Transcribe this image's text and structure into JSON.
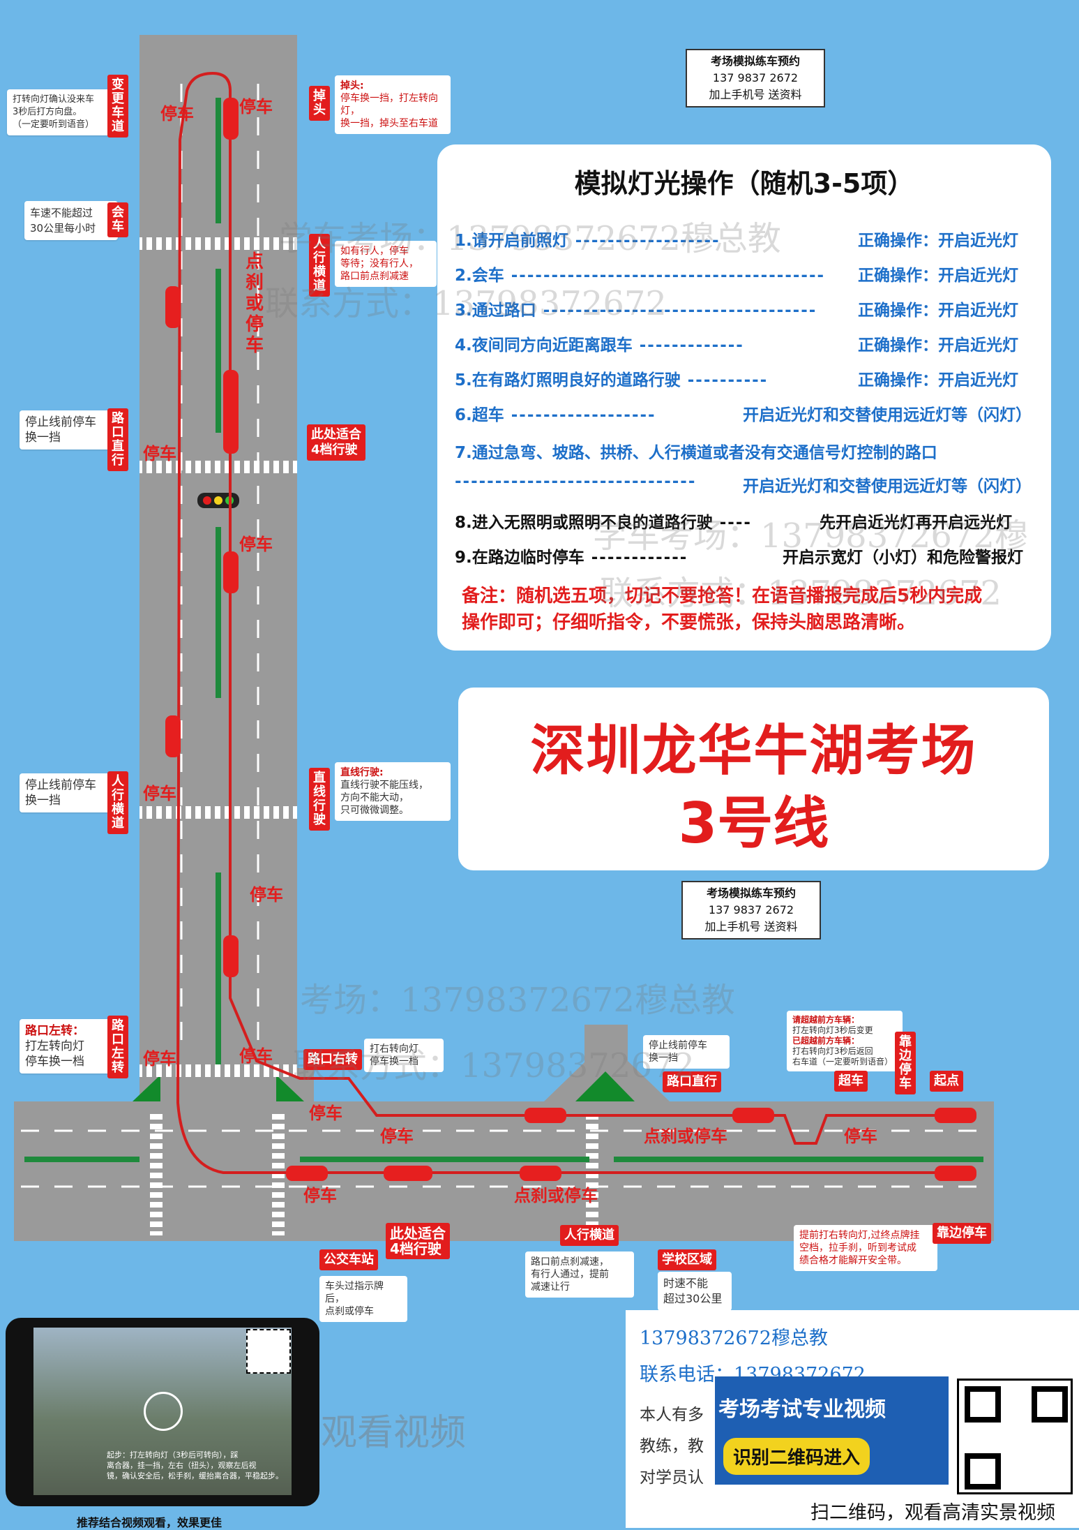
{
  "colors": {
    "background": "#6db7e8",
    "road": "#9a9a9a",
    "accent_red": "#e21d1d",
    "green_divider": "#1e8a3c",
    "blue_text": "#1d6fc9"
  },
  "left_notes": {
    "change_lane_note": "打转向灯确认没来车\n3秒后打方向盘。\n（一定要听到语音）",
    "speed_note": "车速不能超过\n30公里每小时",
    "stopline_note_1": "停止线前停车\n换一挡",
    "stopline_note_2": "停止线前停车\n换一挡",
    "left_turn_note_title": "路口左转：",
    "left_turn_note": "打左转向灯\n停车换一档"
  },
  "vertical_tags": {
    "change_lane": "变更车道",
    "meet": "会车",
    "straight": "路口直行",
    "ped": "人行横道",
    "uturn": "掉头",
    "ped2": "人行横道",
    "straight2": "直线行驶",
    "left_turn": "路口左转",
    "side_stop": "靠边停车"
  },
  "right_notes": {
    "uturn_title": "掉头:",
    "uturn_text": "停车换一挡，打左转向灯，\n换一挡，掉头至右车道",
    "ped_text": "如有行人，停车\n等待；没有行人，\n路口前点刹减速",
    "gear4_1": "此处适合\n4档行驶",
    "gear4_2": "此处适合\n4档行驶",
    "straight_title": "直线行驶:",
    "straight_text": "直线行驶不能压线，\n方向不能大动，\n只可微微调整。"
  },
  "road_labels": {
    "stop": "停车",
    "brake_or_stop_v": "点刹或停车",
    "brake_or_stop": "点刹或停车"
  },
  "intersection_tags": {
    "right_turn": "路口右转",
    "right_turn_note": "打右转向灯\n停车换一档",
    "straight": "路口直行",
    "stopline_note": "停止线前停车\n换一挡",
    "overtake": "超车",
    "start": "起点",
    "bus_stop": "公交车站",
    "bus_stop_note": "车头过指示牌后，\n点刹或停车",
    "ped": "人行横道",
    "ped_note": "路口前点刹减速，\n有行人通过，提前\n减速让行",
    "school": "学校区域",
    "school_note": "时速不能\n超过30公里",
    "overtake_note_t1": "请超越前方车辆：",
    "overtake_note_1": "打左转向灯3秒后变更",
    "overtake_note_t2": "已超越前方车辆：",
    "overtake_note_2": "打右转向灯3秒后返回\n右车道（一定要听到语音）",
    "side_stop_note": "提前打右转向灯,过终点牌挂\n空档，拉手刹，听到考试成\n绩合格才能解开安全带。"
  },
  "promo": {
    "l1": "考场模拟练车预约",
    "l2": "137 9837 2672",
    "l3": "加上手机号   送资料"
  },
  "panel": {
    "title": "模拟灯光操作（随机3-5项）",
    "items": [
      {
        "t": "1.请开启前照灯",
        "a": "正确操作：开启近光灯"
      },
      {
        "t": "2.会车",
        "a": "正确操作：开启近光灯"
      },
      {
        "t": "3.通过路口",
        "a": "正确操作：开启近光灯"
      },
      {
        "t": "4.夜间同方向近距离跟车",
        "a": "正确操作：开启近光灯"
      },
      {
        "t": "5.在有路灯照明良好的道路行驶",
        "a": "正确操作：开启近光灯"
      },
      {
        "t": "6.超车",
        "a": "开启近光灯和交替使用远近灯等（闪灯）"
      },
      {
        "t": "7.通过急弯、坡路、拱桥、人行横道或者没有交通信号灯控制的路口",
        "a": "开启近光灯和交替使用远近灯等（闪灯）"
      },
      {
        "t": "8.进入无照明或照明不良的道路行驶",
        "a": "先开启近光灯再开启远光灯"
      },
      {
        "t": "9.在路边临时停车",
        "a": "开启示宽灯（小灯）和危险警报灯"
      }
    ],
    "remark": "备注：随机选五项，切记不要抢答！在语音播报完成后5秒内完成\n     操作即可；仔细听指令，不要慌张，保持头脑思路清晰。"
  },
  "title": {
    "line1": "深圳龙华牛湖考场",
    "line2": "3号线"
  },
  "watermark": {
    "w1": "学车考场：13798372672穆总教",
    "w2": "联系方式：13798372672",
    "w3": "考场：13798372672穆总教",
    "w4": "联系方式：13798372672",
    "w5": "学车考场：13798372672穆",
    "w6": "联系方式：13798372672"
  },
  "footer_left": {
    "start_text": "起步：打左转向灯（3秒后可转向），踩\n离合器，挂一挡，左右（扭头），观察左后视\n镜，确认安全后，松手刹，缓抬离合器，平稳起步。",
    "bottom": "推荐结合视频观看，效果更佳",
    "watch": "观看视频"
  },
  "footer_right": {
    "contact1": "13798372672穆总教",
    "contact2": "联系电话：13798372672",
    "text3": "本人有多",
    "text4": "教练，教",
    "text5": "对学员认",
    "banner1": "考场考试专业视频",
    "banner2": "识别二维码进入",
    "caption": "扫二维码，观看高清实景视频"
  }
}
